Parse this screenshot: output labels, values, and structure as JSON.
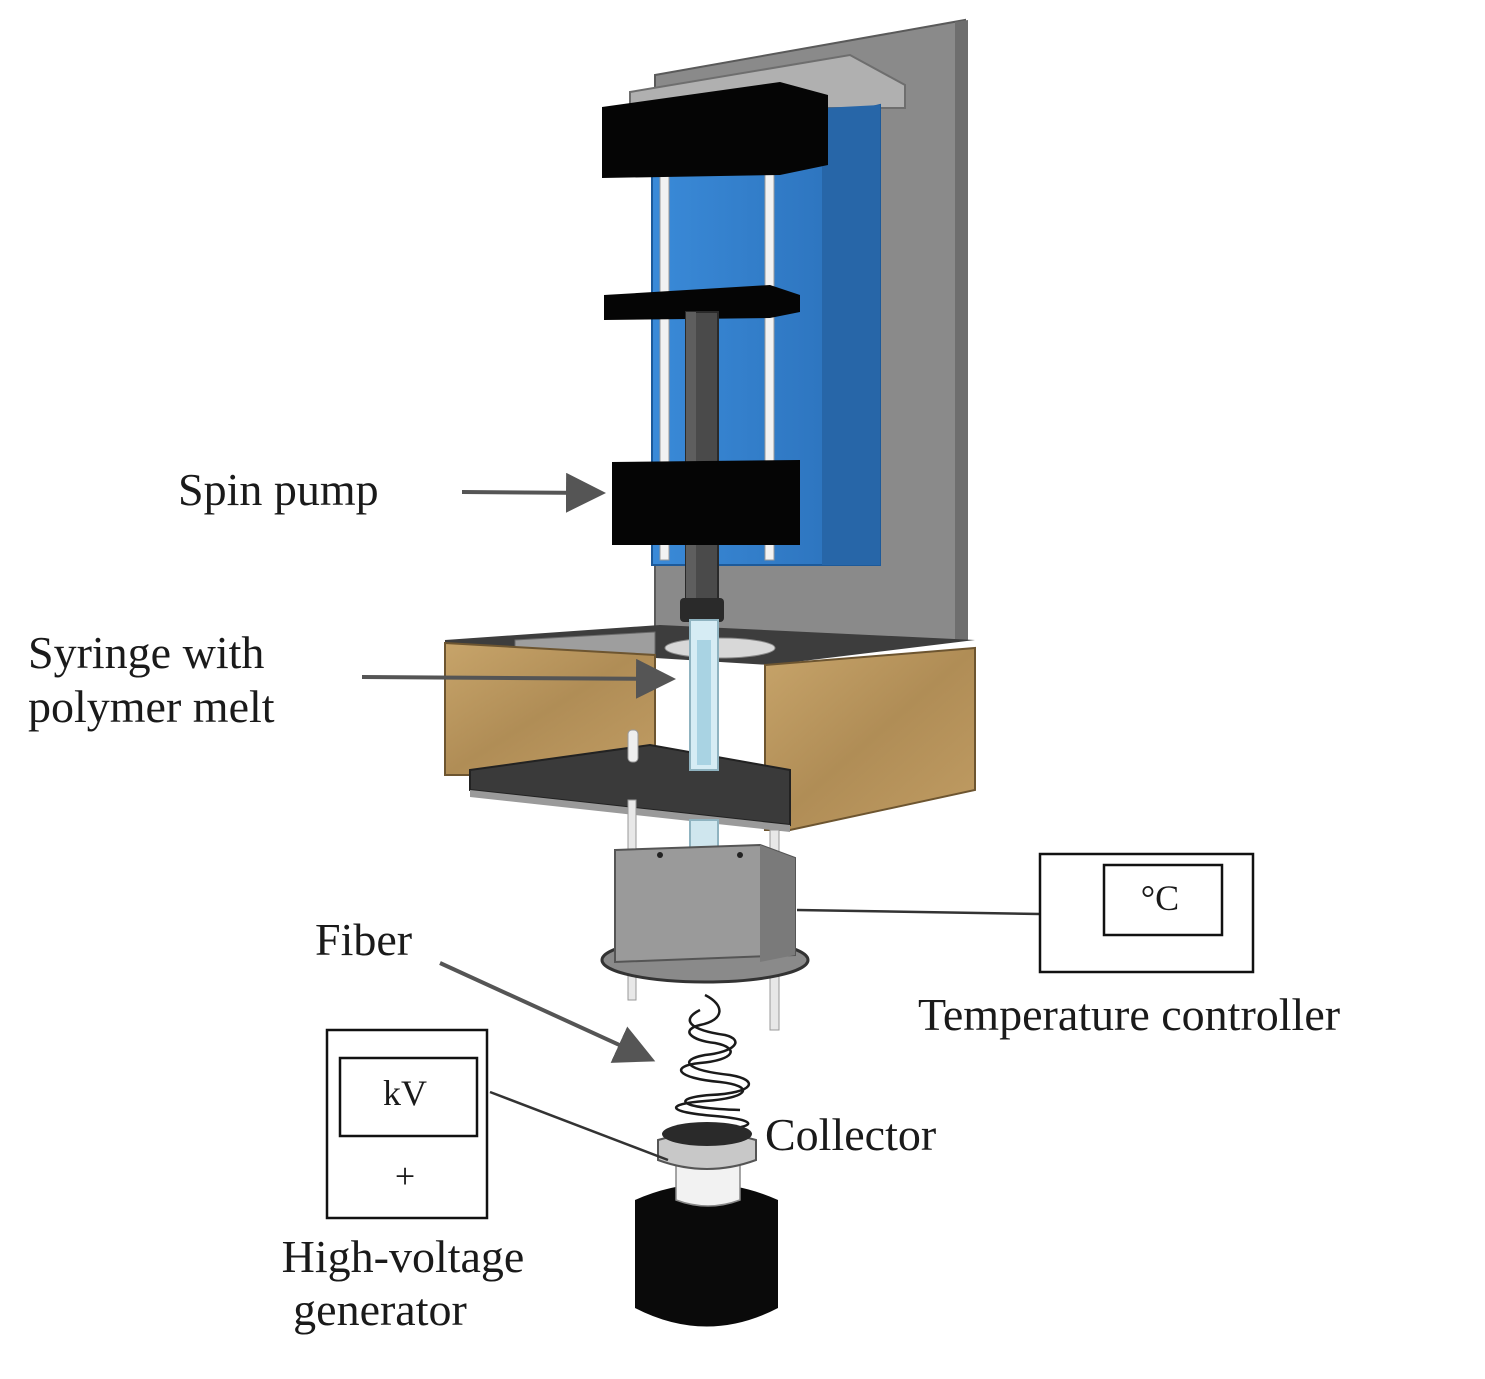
{
  "labels": {
    "spin_pump": "Spin pump",
    "syringe_line1": "Syringe with",
    "syringe_line2": "polymer melt",
    "fiber": "Fiber",
    "temperature_controller": "Temperature controller",
    "temperature_display": "°C",
    "collector": "Collector",
    "voltage_display": "kV",
    "voltage_polarity": "+",
    "generator_line1": "High-voltage",
    "generator_line2": "generator"
  },
  "colors": {
    "pump_body": "#2f7fce",
    "back_plate": "#8c8c8c",
    "clamp_blocks": "#050505",
    "heater_box": "#b8955e",
    "heater_floor": "#3a3a3a",
    "collector_base": "#0a0a0a",
    "arrows": "#555555"
  }
}
